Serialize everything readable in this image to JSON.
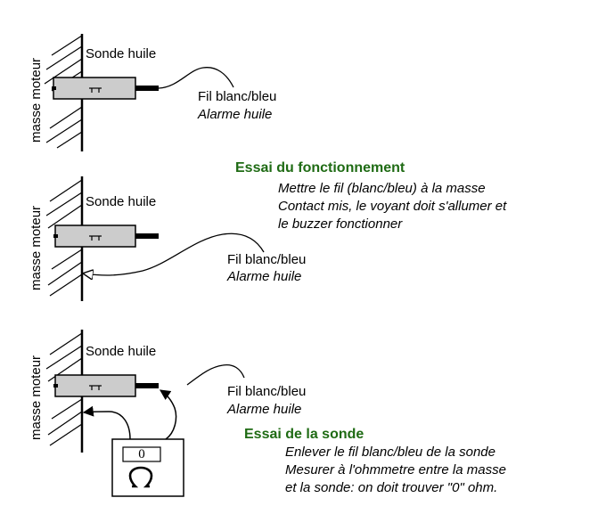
{
  "panel1": {
    "wall_label": "masse moteur",
    "probe_label": "Sonde huile",
    "wire_label": "Fil blanc/bleu",
    "wire_sublabel": "Alarme huile"
  },
  "panel2": {
    "wall_label": "masse moteur",
    "probe_label": "Sonde huile",
    "wire_label": "Fil blanc/bleu",
    "wire_sublabel": "Alarme huile",
    "heading": "Essai du fonctionnement",
    "lines": [
      "Mettre le fil  (blanc/bleu) à la masse",
      "Contact mis, le voyant doit s'allumer et",
      "le buzzer fonctionner"
    ]
  },
  "panel3": {
    "wall_label": "masse moteur",
    "probe_label": "Sonde huile",
    "wire_label": "Fil blanc/bleu",
    "wire_sublabel": "Alarme huile",
    "heading": "Essai de la sonde",
    "lines": [
      "Enlever le fil blanc/bleu de la sonde",
      "Mesurer à l'ohmmetre entre la masse",
      "et la sonde: on doit trouver \"0\" ohm."
    ],
    "meter_reading": "0"
  },
  "colors": {
    "heading": "#1f6b14",
    "probe_body": "#cccccc",
    "line": "#000000"
  }
}
